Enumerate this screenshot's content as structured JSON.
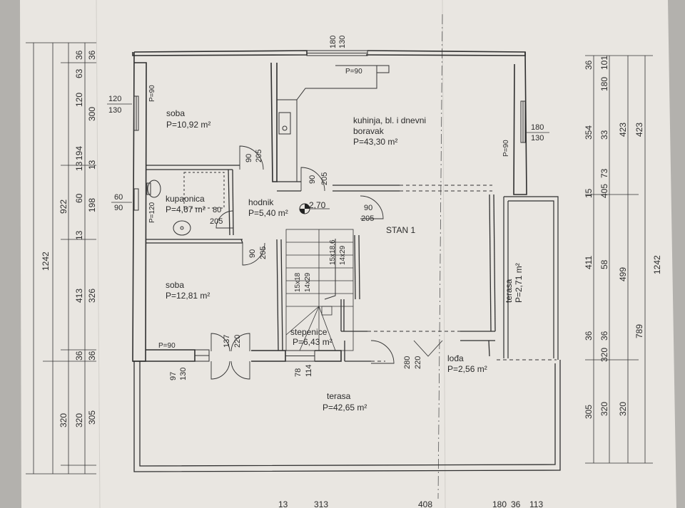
{
  "rooms": [
    {
      "name": "soba",
      "area": "P=10,92 m²"
    },
    {
      "name": "kuhinja, bl. i dnevni",
      "name2": "boravak",
      "area": "P=43,30 m²"
    },
    {
      "name": "kupaonica",
      "area": "P=4,67 m²"
    },
    {
      "name": "hodnik",
      "area": "P=5,40 m²"
    },
    {
      "name": "soba",
      "area": "P=12,81 m²"
    },
    {
      "name": "stepenice",
      "area": "P=6,43 m²"
    },
    {
      "name": "lođa",
      "area": "P=2,56 m²"
    },
    {
      "name": "terasa",
      "area": "P=42,65 m²"
    },
    {
      "name": "terasa",
      "area": "P=2,71 m²"
    }
  ],
  "unit_label": "STAN 1",
  "level_mark": "2,70",
  "stairs": [
    "15x18",
    "14x29",
    "15x18,6",
    "14x29"
  ],
  "left_dims": {
    "total": "1242",
    "chain_a": [
      "922",
      "320"
    ],
    "chain_b": [
      "36",
      "63",
      "120",
      "194",
      "13",
      "60",
      "13",
      "413",
      "36",
      "320"
    ],
    "chain_c": [
      "36",
      "300",
      "13",
      "198",
      "326",
      "36",
      "305"
    ]
  },
  "right_dims": {
    "total": "1242",
    "chain_a": [
      "36",
      "101",
      "180",
      "33",
      "73",
      "405",
      "58",
      "36",
      "320"
    ],
    "chain_b": [
      "36",
      "354",
      "15",
      "411",
      "36",
      "305"
    ],
    "chain_c": [
      "423",
      "499",
      "320"
    ],
    "chain_d": [
      "423",
      "789"
    ]
  },
  "openings": [
    {
      "w": "180",
      "h": "130"
    },
    {
      "w": "120",
      "h": "130"
    },
    {
      "w": "180",
      "h": "130"
    },
    {
      "w": "60",
      "h": "90"
    },
    {
      "w": "97",
      "h": "130"
    },
    {
      "w": "137",
      "h": "220"
    },
    {
      "w": "78",
      "h": "114"
    },
    {
      "w": "280",
      "h": "220"
    }
  ],
  "doors": [
    {
      "w": "90",
      "h": "205"
    },
    {
      "w": "90",
      "h": "205"
    },
    {
      "w": "90",
      "h": "205"
    },
    {
      "w": "80",
      "h": "205"
    },
    {
      "w": "90",
      "h": "205"
    }
  ],
  "parapets": [
    "P=90",
    "P=90",
    "P=90",
    "P=120",
    "P=90"
  ],
  "bottom_dims": [
    "13",
    "313",
    "408",
    "113",
    "36",
    "180"
  ]
}
